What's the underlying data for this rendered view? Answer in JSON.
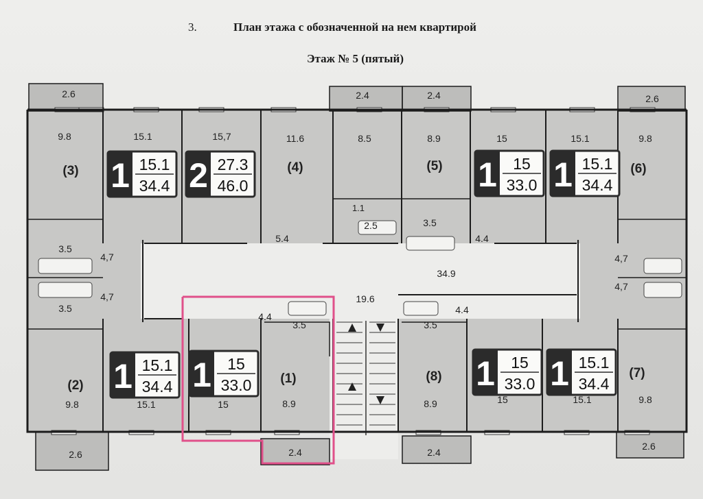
{
  "header": {
    "number": "3.",
    "title": "План этажа с обозначенной на нем квартирой",
    "floor": "Этаж № 5 (пятый)"
  },
  "colors": {
    "wall": "#1c1c1c",
    "room": "#c8c8c6",
    "hall": "#ededeb",
    "badge": "#2b2b2b",
    "highlight": "#e0508a"
  },
  "balconies": {
    "top_left": "2.6",
    "top_center_left": "2.4",
    "top_center_right": "2.4",
    "top_right": "2.6",
    "bottom_left": "2.6",
    "bottom_center_left": "2.4",
    "bottom_center_right": "2.4",
    "bottom_right": "2.6"
  },
  "rooms": {
    "top": {
      "apt3_kitchen": "9.8",
      "r151": "15.1",
      "r157": "15,7",
      "r116": "11.6",
      "r85": "8.5",
      "r89": "8.9",
      "r15": "15",
      "r151b": "15.1",
      "apt6_kitchen": "9.8",
      "bath_11": "1.1",
      "bath_25": "2.5",
      "bath_35": "3.5",
      "hall_54": "5.4",
      "hall_44": "4.4",
      "left_bath": "3.5",
      "left_hall": "4,7",
      "right_hall": "4,7"
    },
    "corridor": "34.9",
    "stairs": "19.6",
    "bottom": {
      "left_bath": "3.5",
      "left_hall": "4,7",
      "right_hall": "4,7",
      "apt2_kitchen": "9.8",
      "r151": "15.1",
      "r15": "15",
      "apt1_kitchen": "8.9",
      "apt1_hall": "4.4",
      "apt1_bath": "3.5",
      "apt8_kitchen": "8.9",
      "apt8_bath": "3.5",
      "apt8_hall": "4.4",
      "r15b": "15",
      "r151b": "15.1",
      "apt7_kitchen": "9.8"
    }
  },
  "apartment_labels": {
    "a1": "(1)",
    "a2": "(2)",
    "a3": "(3)",
    "a4": "(4)",
    "a5": "(5)",
    "a6": "(6)",
    "a7": "(7)",
    "a8": "(8)"
  },
  "badges": {
    "t1": {
      "rooms": "1",
      "living": "15.1",
      "total": "34.4"
    },
    "t2": {
      "rooms": "2",
      "living": "27.3",
      "total": "46.0"
    },
    "t3": {
      "rooms": "1",
      "living": "15",
      "total": "33.0"
    },
    "t4": {
      "rooms": "1",
      "living": "15.1",
      "total": "34.4"
    },
    "b1": {
      "rooms": "1",
      "living": "15.1",
      "total": "34.4"
    },
    "b2": {
      "rooms": "1",
      "living": "15",
      "total": "33.0"
    },
    "b3": {
      "rooms": "1",
      "living": "15",
      "total": "33.0"
    },
    "b4": {
      "rooms": "1",
      "living": "15.1",
      "total": "34.4"
    }
  }
}
